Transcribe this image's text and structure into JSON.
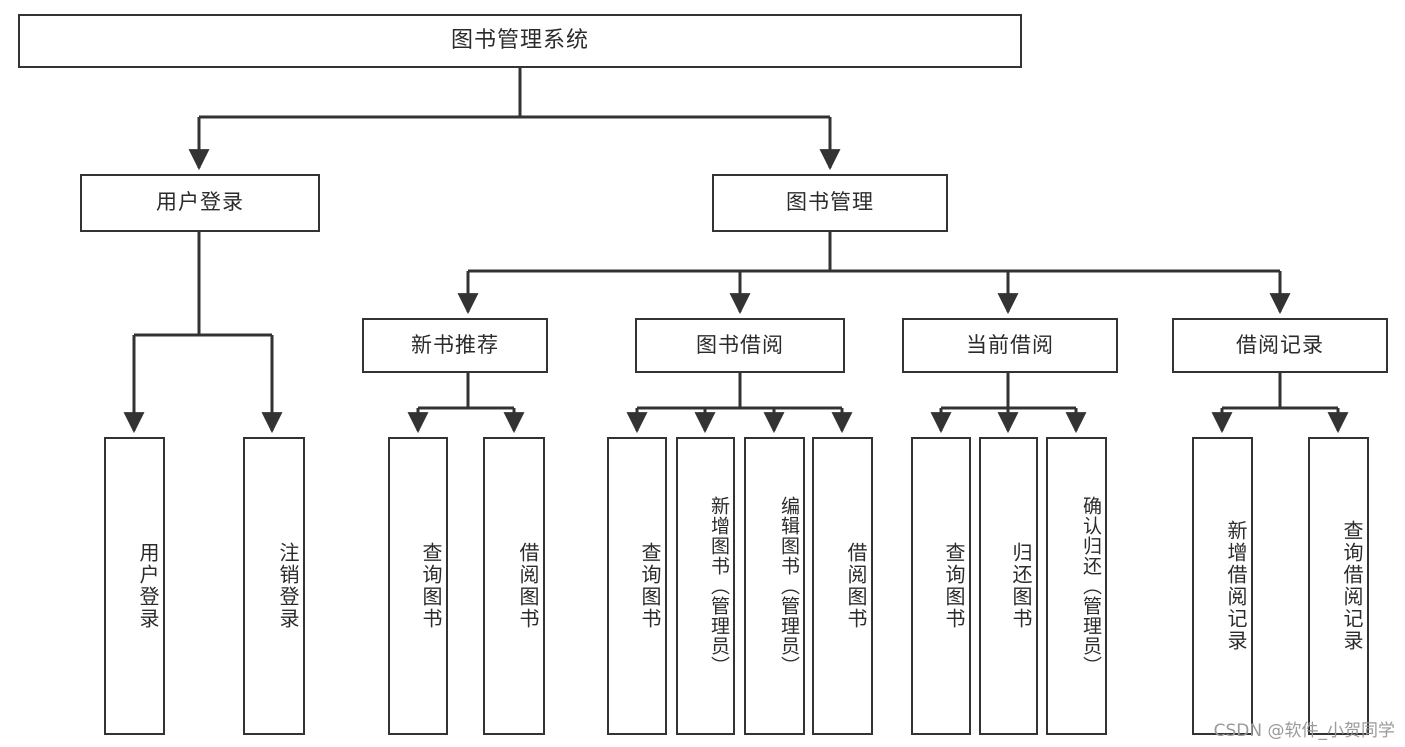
{
  "diagram": {
    "title": "图书管理系统",
    "type": "tree",
    "watermark": "CSDN @软件_小贺同学",
    "colors": {
      "box_border": "#333333",
      "box_fill": "#ffffff",
      "connector": "#333333",
      "text": "#2b2b2b",
      "watermark": "#9a9a9a",
      "background": "#ffffff"
    },
    "nodes": {
      "root": {
        "label": "图书管理系统"
      },
      "level2": [
        {
          "id": "user-login",
          "label": "用户登录"
        },
        {
          "id": "book-management",
          "label": "图书管理"
        }
      ],
      "level3": [
        {
          "id": "new-book-recommend",
          "label": "新书推荐"
        },
        {
          "id": "book-borrow",
          "label": "图书借阅"
        },
        {
          "id": "current-borrow",
          "label": "当前借阅"
        },
        {
          "id": "borrow-record",
          "label": "借阅记录"
        }
      ],
      "leaves": [
        {
          "id": "leaf-user-login",
          "label": "用户登录",
          "parent": "user-login"
        },
        {
          "id": "leaf-logout-login",
          "label": "注销登录",
          "parent": "user-login"
        },
        {
          "id": "leaf-query-book-1",
          "label": "查询图书",
          "parent": "new-book-recommend"
        },
        {
          "id": "leaf-borrow-book-1",
          "label": "借阅图书",
          "parent": "new-book-recommend"
        },
        {
          "id": "leaf-query-book-2",
          "label": "查询图书",
          "parent": "book-borrow"
        },
        {
          "id": "leaf-add-book",
          "label": "新增图书（管理员）",
          "parent": "book-borrow"
        },
        {
          "id": "leaf-edit-book",
          "label": "编辑图书（管理员）",
          "parent": "book-borrow"
        },
        {
          "id": "leaf-borrow-book-2",
          "label": "借阅图书",
          "parent": "book-borrow"
        },
        {
          "id": "leaf-query-book-3",
          "label": "查询图书",
          "parent": "current-borrow"
        },
        {
          "id": "leaf-return-book",
          "label": "归还图书",
          "parent": "current-borrow"
        },
        {
          "id": "leaf-confirm-return",
          "label": "确认归还（管理员）",
          "parent": "current-borrow"
        },
        {
          "id": "leaf-add-record",
          "label": "新增借阅记录",
          "parent": "borrow-record"
        },
        {
          "id": "leaf-query-record",
          "label": "查询借阅记录",
          "parent": "borrow-record"
        }
      ]
    }
  }
}
